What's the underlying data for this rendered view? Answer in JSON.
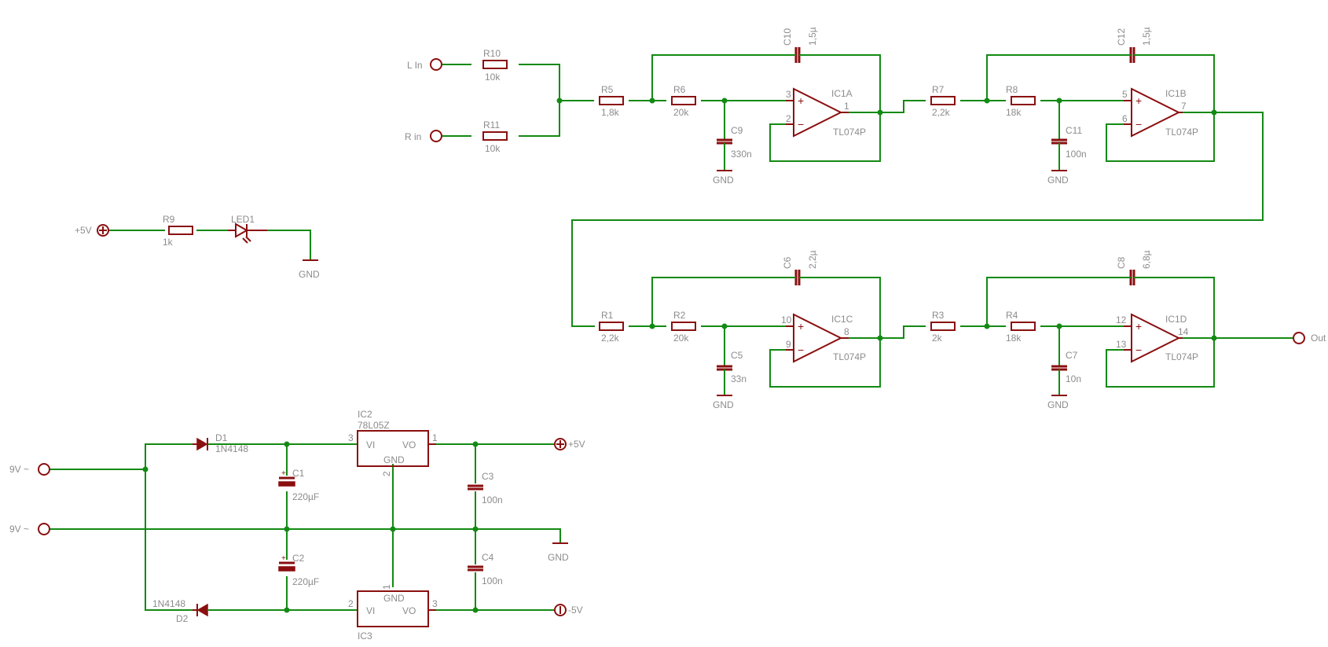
{
  "colors": {
    "wire": "#138a13",
    "symbol": "#8a0f0f",
    "label": "#8c8c8c",
    "background": "#ffffff"
  },
  "inputs": {
    "left": "L In",
    "right": "R in",
    "output": "Out"
  },
  "resistors": {
    "R10": {
      "name": "R10",
      "value": "10k"
    },
    "R11": {
      "name": "R11",
      "value": "10k"
    },
    "R5": {
      "name": "R5",
      "value": "1,8k"
    },
    "R6": {
      "name": "R6",
      "value": "20k"
    },
    "R7": {
      "name": "R7",
      "value": "2,2k"
    },
    "R8": {
      "name": "R8",
      "value": "18k"
    },
    "R1": {
      "name": "R1",
      "value": "2,2k"
    },
    "R2": {
      "name": "R2",
      "value": "20k"
    },
    "R3": {
      "name": "R3",
      "value": "2k"
    },
    "R4": {
      "name": "R4",
      "value": "18k"
    },
    "R9": {
      "name": "R9",
      "value": "1k"
    }
  },
  "capacitors": {
    "C10": {
      "name": "C10",
      "value": "1,5µ"
    },
    "C9": {
      "name": "C9",
      "value": "330n"
    },
    "C12": {
      "name": "C12",
      "value": "1,5µ"
    },
    "C11": {
      "name": "C11",
      "value": "100n"
    },
    "C6": {
      "name": "C6",
      "value": "2,2µ"
    },
    "C5": {
      "name": "C5",
      "value": "33n"
    },
    "C8": {
      "name": "C8",
      "value": "6,8µ"
    },
    "C7": {
      "name": "C7",
      "value": "10n"
    },
    "C1": {
      "name": "C1",
      "value": "220µF"
    },
    "C2": {
      "name": "C2",
      "value": "220µF"
    },
    "C3": {
      "name": "C3",
      "value": "100n"
    },
    "C4": {
      "name": "C4",
      "value": "100n"
    }
  },
  "opamps": {
    "IC1A": {
      "name": "IC1A",
      "part": "TL074P",
      "pin_plus": "3",
      "pin_minus": "2",
      "pin_out": "1"
    },
    "IC1B": {
      "name": "IC1B",
      "part": "TL074P",
      "pin_plus": "5",
      "pin_minus": "6",
      "pin_out": "7"
    },
    "IC1C": {
      "name": "IC1C",
      "part": "TL074P",
      "pin_plus": "10",
      "pin_minus": "9",
      "pin_out": "8"
    },
    "IC1D": {
      "name": "IC1D",
      "part": "TL074P",
      "pin_plus": "12",
      "pin_minus": "13",
      "pin_out": "14"
    }
  },
  "led_circuit": {
    "supply": "+5V",
    "led": "LED1",
    "gnd": "GND"
  },
  "gnd_label": "GND",
  "power": {
    "ac_label": "9V ~",
    "d1": {
      "name": "D1",
      "part": "1N4148"
    },
    "d2": {
      "name": "D2",
      "part": "1N4148"
    },
    "ic2": {
      "name": "IC2",
      "part": "78L05Z",
      "vi": "VI",
      "vo": "VO",
      "gnd": "GND",
      "pin_in": "3",
      "pin_out": "1",
      "pin_gnd": "2"
    },
    "ic3": {
      "name": "IC3",
      "vi": "VI",
      "vo": "VO",
      "gnd": "GND",
      "pin_in": "2",
      "pin_out": "3",
      "pin_gnd": "1"
    },
    "pos_out": "+5V",
    "neg_out": "-5V",
    "gnd": "GND"
  }
}
